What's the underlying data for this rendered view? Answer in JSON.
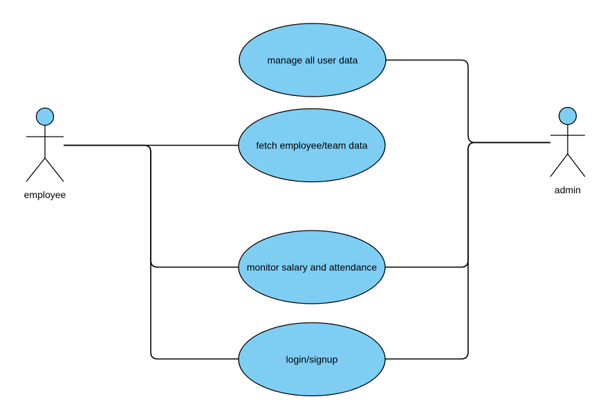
{
  "colors": {
    "fill": "#7ecef4",
    "stroke": "#000000",
    "background": "#ffffff"
  },
  "actors": {
    "employee": {
      "name": "employee"
    },
    "admin": {
      "name": "admin"
    }
  },
  "use_cases": {
    "manage": {
      "label": "manage all user data"
    },
    "fetch": {
      "label": "fetch employee/team data"
    },
    "monitor": {
      "label": "monitor salary and attendance"
    },
    "login": {
      "label": "login/signup"
    }
  }
}
